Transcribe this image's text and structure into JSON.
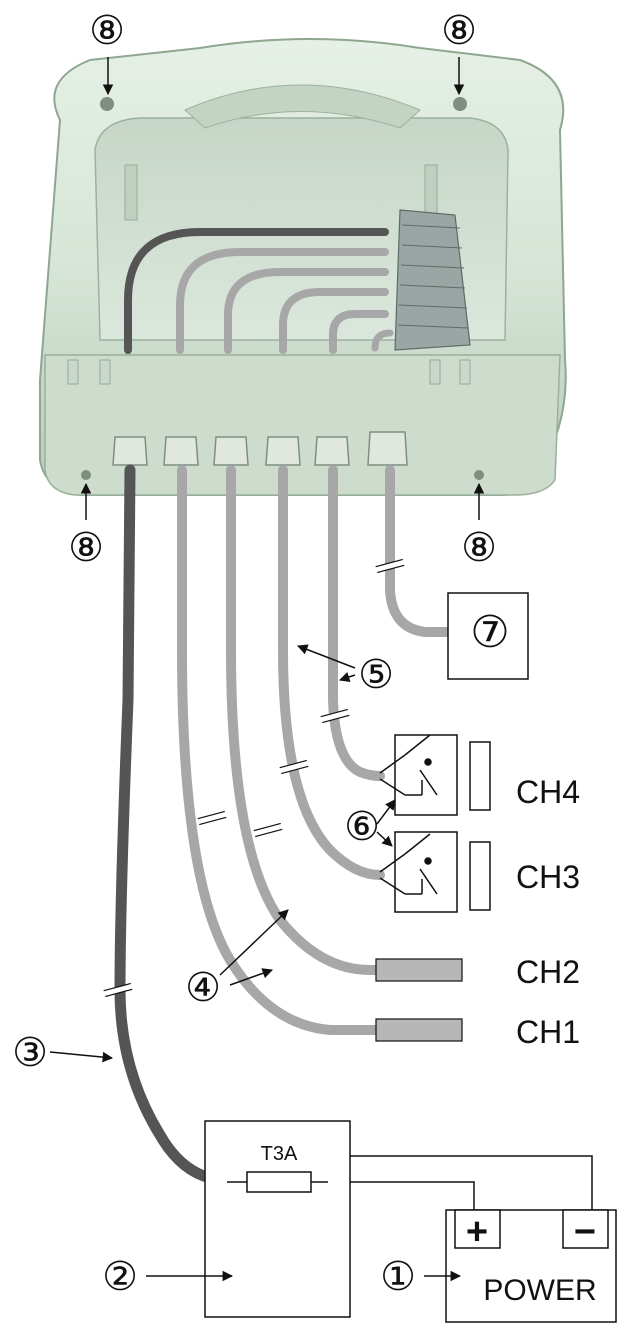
{
  "callouts": {
    "c1": "①",
    "c2": "②",
    "c3": "③",
    "c4": "④",
    "c5": "⑤",
    "c6": "⑥",
    "c7": "⑦",
    "c8": "⑧"
  },
  "channels": {
    "ch1": "CH1",
    "ch2": "CH2",
    "ch3": "CH3",
    "ch4": "CH4"
  },
  "fuse_label": "T3A",
  "power": {
    "label": "POWER",
    "plus": "+",
    "minus": "−"
  },
  "colors": {
    "enclosure": "#d9e8d9",
    "enclosure_shadow": "#a9bfab",
    "cable_grey": "#a7a7a7",
    "cable_dark": "#555555",
    "line": "#111111"
  }
}
